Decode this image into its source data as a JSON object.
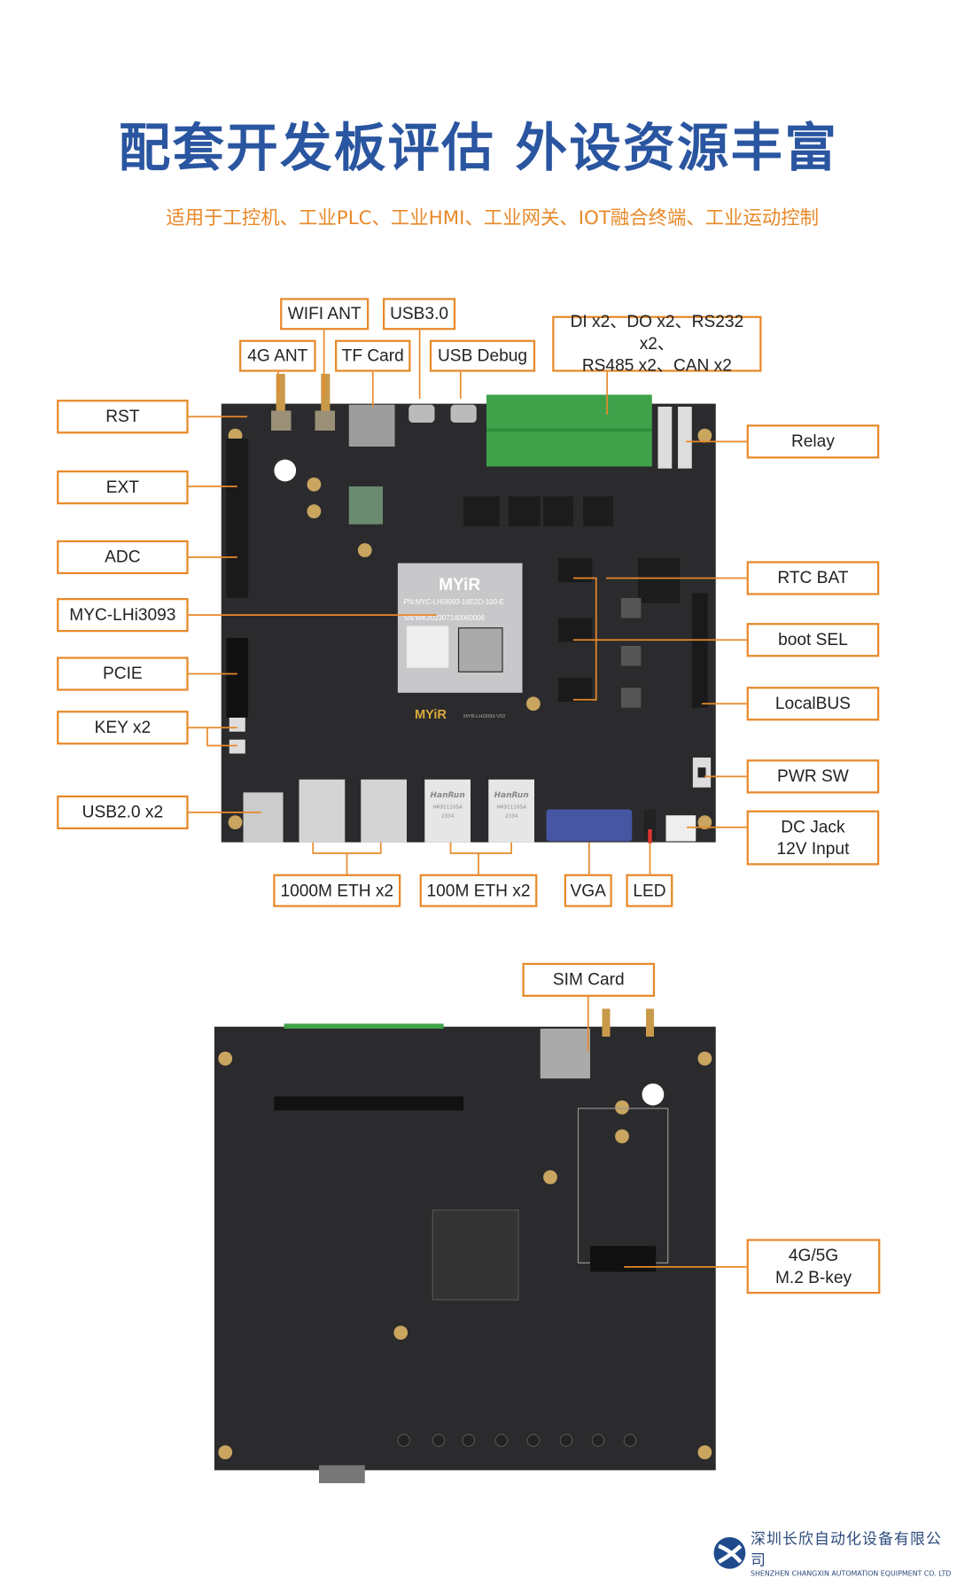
{
  "header": {
    "title": "配套开发板评估 外设资源丰富",
    "subtitle": "适用于工控机、工业PLC、工业HMI、工业网关、IOT融合终端、工业运动控制"
  },
  "board_top": {
    "chip_brand": "MYiR",
    "chip_pn": "PN:MYC-LHI3093-16E2D-100-E",
    "chip_sn": "SN:WK202307140060006",
    "board_brand": "MYiR",
    "board_model": "MYB-LHI3093-V02",
    "eth_brand": "HanRun",
    "eth_model": "HR911105A",
    "eth_code": "2334",
    "labels": {
      "wifi_ant": "WIFI ANT",
      "usb30": "USB3.0",
      "ant_4g": "4G ANT",
      "tf_card": "TF Card",
      "usb_debug": "USB Debug",
      "dio": "DI x2、DO x2、RS232 x2、",
      "dio2": "RS485 x2、CAN x2",
      "rst": "RST",
      "ext": "EXT",
      "adc": "ADC",
      "som": "MYC-LHi3093",
      "pcie": "PCIE",
      "key": "KEY x2",
      "usb20": "USB2.0 x2",
      "relay": "Relay",
      "rtc_bat": "RTC BAT",
      "boot_sel": "boot SEL",
      "localbus": "LocalBUS",
      "pwr_sw": "PWR SW",
      "dc_jack": "DC Jack",
      "dc_jack2": "12V Input",
      "eth1000": "1000M ETH x2",
      "eth100": "100M ETH x2",
      "vga": "VGA",
      "led": "LED"
    }
  },
  "board_bottom": {
    "labels": {
      "sim": "SIM Card",
      "m2": "4G/5G",
      "m2b": "M.2 B-key"
    }
  },
  "footer": {
    "company_cn": "深圳长欣自动化设备有限公司",
    "company_en": "SHENZHEN CHANGXIN AUTOMATION EQUIPMENT CO. LTD"
  },
  "colors": {
    "accent": "#e8892a",
    "title": "#2a55a0",
    "pcb": "#2b2b2d",
    "terminal": "#3fa24a"
  }
}
